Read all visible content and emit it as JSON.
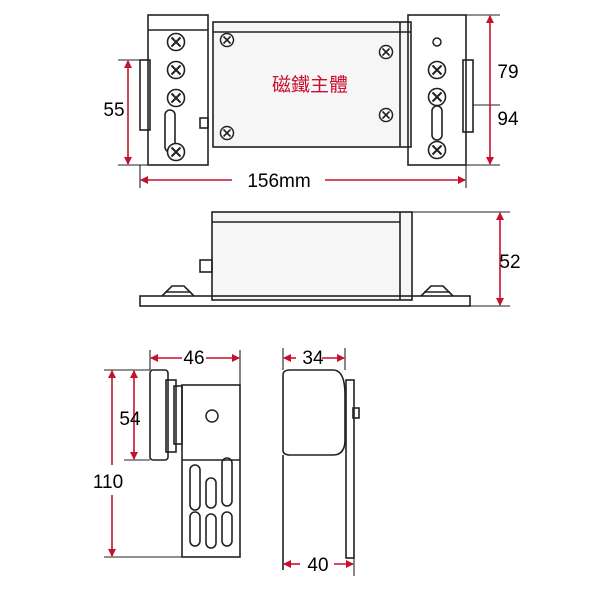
{
  "colors": {
    "dimension_line": "#c8102e",
    "label_red": "#c8102e",
    "outline": "#222222",
    "body_fill": "#f6f6f6"
  },
  "top_view": {
    "label": "磁鐵主體",
    "dims": {
      "width": "156mm",
      "left_height": "55",
      "right_top": "79",
      "right_bottom": "94"
    }
  },
  "side_view": {
    "dims": {
      "height": "52"
    }
  },
  "end_view": {
    "dims": {
      "width": "46",
      "inner_height": "54",
      "total_height": "110"
    }
  },
  "profile_view": {
    "dims": {
      "top_width": "34",
      "bottom_width": "40"
    }
  }
}
